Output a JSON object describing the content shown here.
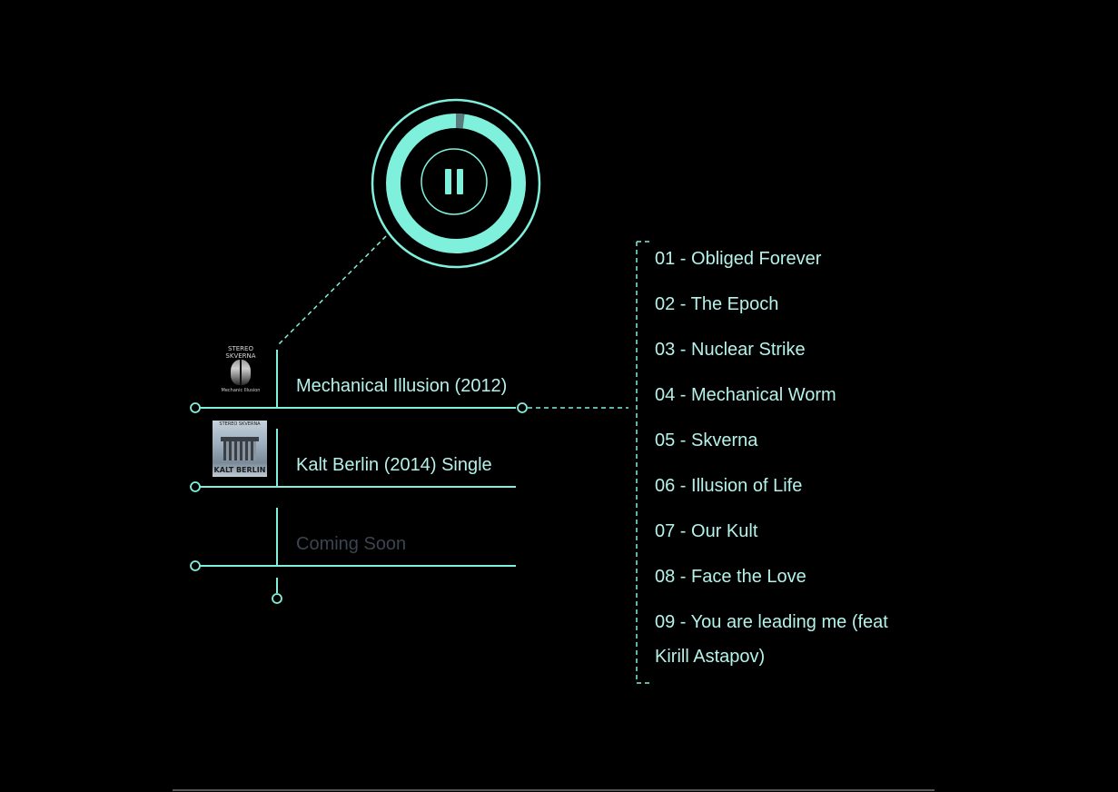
{
  "colors": {
    "accent": "#7ff0dc",
    "track_text": "#b4f2ea",
    "muted": "#3b4450",
    "progress_track": "#5a7b7e",
    "background": "#000000",
    "rule": "#555555"
  },
  "player": {
    "state": "playing",
    "button_icon": "pause-icon",
    "progress": 0.02
  },
  "albums": [
    {
      "title": "Mechanical Illusion (2012)",
      "available": true,
      "selected": true,
      "cover": {
        "top_text": "STEREO\nSKVERNA",
        "bottom_text": "Mechanic Illusion"
      }
    },
    {
      "title": "Kalt Berlin (2014) Single",
      "available": true,
      "selected": false,
      "cover": {
        "top_text": "STEREO SKVERNA",
        "bottom_text": "KALT BERLIN"
      }
    },
    {
      "title": "Coming Soon",
      "available": false,
      "selected": false
    }
  ],
  "tracks": [
    "01 - Obliged Forever",
    "02 - The Epoch",
    "03 - Nuclear Strike",
    "04 - Mechanical Worm",
    "05 - Skverna",
    "06 - Illusion of Life",
    "07 - Our Kult",
    "08 - Face the Love",
    "09 - You are leading me (feat Kirill Astapov)"
  ]
}
